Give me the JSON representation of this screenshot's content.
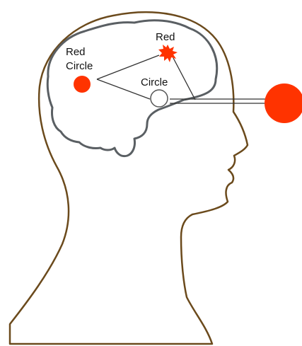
{
  "labels": {
    "red_circle_line1": "Red",
    "red_circle_line2": "Circle",
    "red": "Red",
    "circle": "Circle"
  },
  "colors": {
    "head_outline": "#6b4a1c",
    "brain_outline": "#5a5f63",
    "red": "#ff3300",
    "connector": "#333333",
    "hollow_circle_stroke": "#555555"
  },
  "shapes": {
    "head": "head-profile-outline",
    "brain": "brain-outline",
    "external_object": "red-circle",
    "concept_star": "red-starburst",
    "concept_dot": "red-dot",
    "concept_circle": "hollow-circle"
  }
}
